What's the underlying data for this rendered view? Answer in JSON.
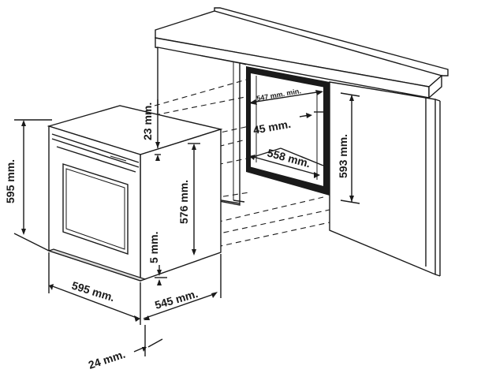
{
  "diagram": {
    "dimensions": {
      "oven_height": "595 mm.",
      "oven_width": "595 mm.",
      "oven_depth": "545 mm.",
      "door_depth": "24 mm.",
      "top_gap": "23 mm.",
      "front_height": "576 mm.",
      "bottom_gap": "5 mm.",
      "cavity_width_min": "547 mm. min.",
      "cavity_offset": "45 mm.",
      "cavity_depth": "558 mm.",
      "cavity_height": "593 mm."
    }
  }
}
